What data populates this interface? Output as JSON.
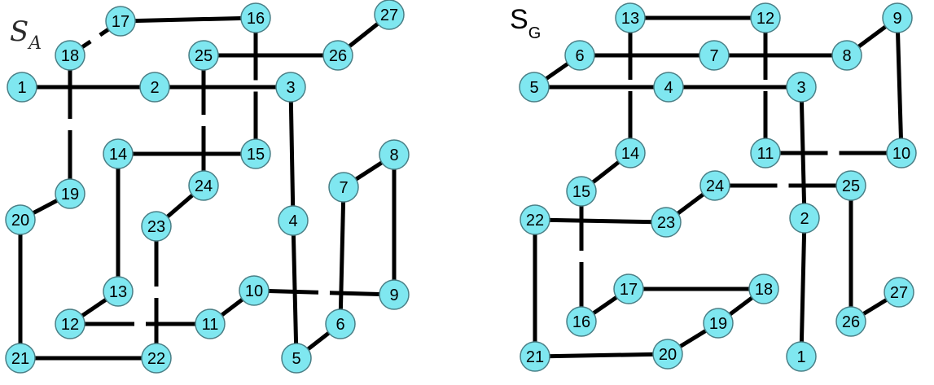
{
  "colors": {
    "node_fill": "#7fe7f0",
    "edge": "#000000",
    "background": "#ffffff"
  },
  "panels": [
    {
      "title": "S",
      "subscript": "A",
      "nodes": [
        "1",
        "2",
        "3",
        "4",
        "5",
        "6",
        "7",
        "8",
        "9",
        "10",
        "11",
        "12",
        "13",
        "14",
        "15",
        "16",
        "17",
        "18",
        "19",
        "20",
        "21",
        "22",
        "23",
        "24",
        "25",
        "26",
        "27"
      ],
      "edges": [
        [
          "1",
          "2"
        ],
        [
          "2",
          "3"
        ],
        [
          "3",
          "4"
        ],
        [
          "4",
          "5"
        ],
        [
          "5",
          "6"
        ],
        [
          "6",
          "7"
        ],
        [
          "7",
          "8"
        ],
        [
          "8",
          "9"
        ],
        [
          "9",
          "10"
        ],
        [
          "10",
          "11"
        ],
        [
          "11",
          "12"
        ],
        [
          "12",
          "13"
        ],
        [
          "13",
          "14"
        ],
        [
          "14",
          "15"
        ],
        [
          "15",
          "16"
        ],
        [
          "16",
          "17"
        ],
        [
          "17",
          "18"
        ],
        [
          "18",
          "19"
        ],
        [
          "19",
          "20"
        ],
        [
          "20",
          "21"
        ],
        [
          "21",
          "22"
        ],
        [
          "22",
          "23"
        ],
        [
          "23",
          "24"
        ],
        [
          "24",
          "25"
        ],
        [
          "25",
          "26"
        ],
        [
          "26",
          "27"
        ]
      ]
    },
    {
      "title": "S",
      "subscript": "G",
      "nodes": [
        "1",
        "2",
        "3",
        "4",
        "5",
        "6",
        "7",
        "8",
        "9",
        "10",
        "11",
        "12",
        "13",
        "14",
        "15",
        "16",
        "17",
        "18",
        "19",
        "20",
        "21",
        "22",
        "23",
        "24",
        "25",
        "26",
        "27"
      ],
      "edges": [
        [
          "1",
          "2"
        ],
        [
          "2",
          "3"
        ],
        [
          "3",
          "4"
        ],
        [
          "4",
          "5"
        ],
        [
          "5",
          "6"
        ],
        [
          "6",
          "7"
        ],
        [
          "7",
          "8"
        ],
        [
          "8",
          "9"
        ],
        [
          "9",
          "10"
        ],
        [
          "10",
          "11"
        ],
        [
          "11",
          "12"
        ],
        [
          "12",
          "13"
        ],
        [
          "13",
          "14"
        ],
        [
          "14",
          "15"
        ],
        [
          "15",
          "16"
        ],
        [
          "16",
          "17"
        ],
        [
          "17",
          "18"
        ],
        [
          "18",
          "19"
        ],
        [
          "19",
          "20"
        ],
        [
          "20",
          "21"
        ],
        [
          "21",
          "22"
        ],
        [
          "22",
          "23"
        ],
        [
          "23",
          "24"
        ],
        [
          "24",
          "25"
        ],
        [
          "25",
          "26"
        ],
        [
          "26",
          "27"
        ]
      ]
    }
  ]
}
